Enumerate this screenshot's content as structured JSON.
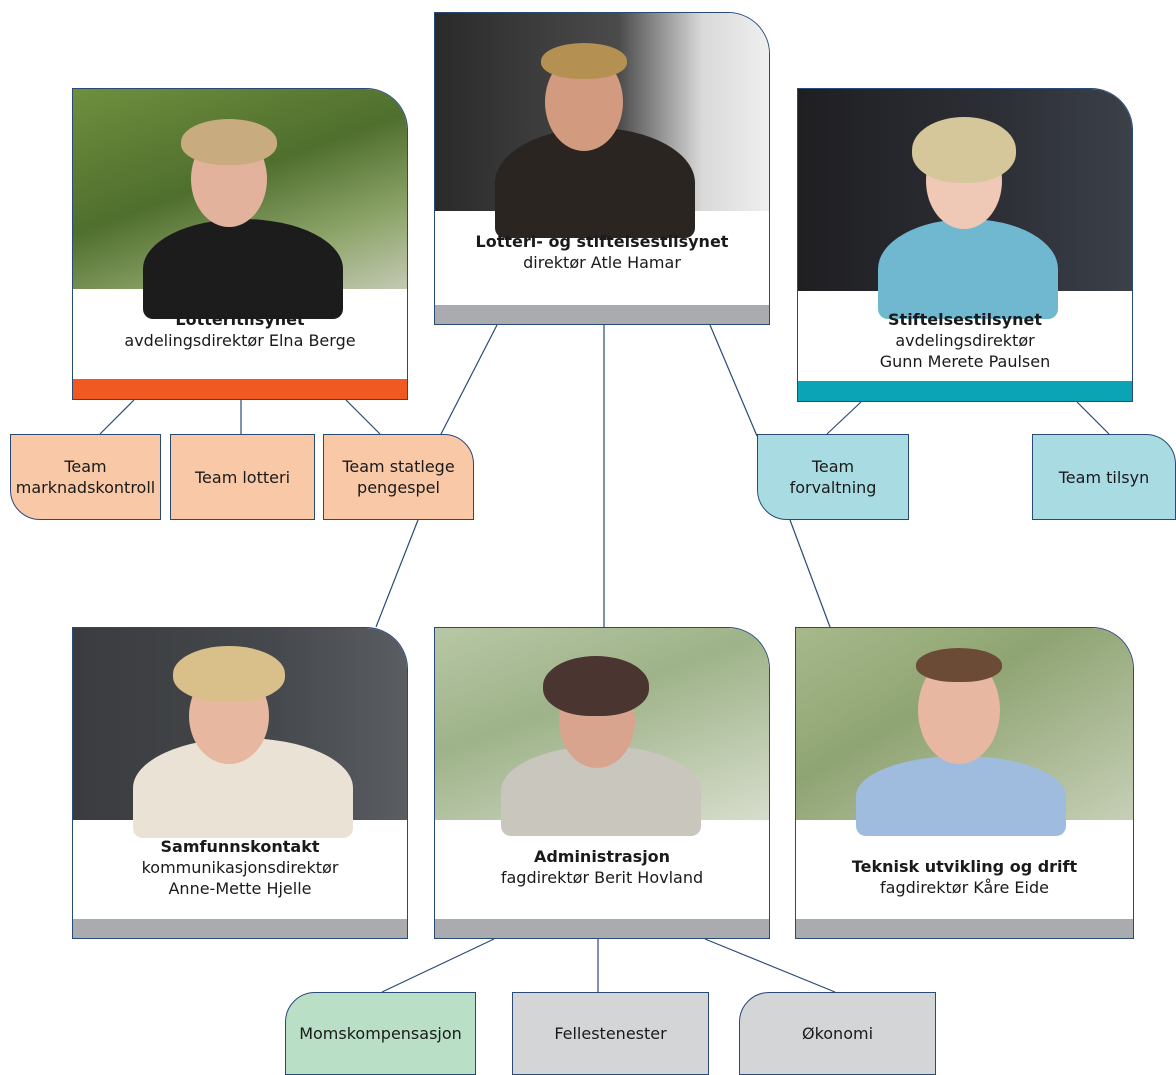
{
  "colors": {
    "border": "#2a4a76",
    "bar_grey": "#a9abae",
    "bar_orange": "#f05a22",
    "bar_teal": "#0aa4b5",
    "team_peach": "#f9c8a7",
    "team_lightblue": "#a9dbe3",
    "team_green": "#b9e0c6",
    "team_grey": "#d3d5d7"
  },
  "cards": {
    "top": {
      "title": "Lotteri- og stiftelsestilsynet",
      "lines": [
        "direktør Atle Hamar"
      ],
      "bar_color": "#a9abae",
      "photo_icon": "director-portrait-photo"
    },
    "lotteritilsynet": {
      "title": "Lotteritilsynet",
      "lines": [
        "avdelingsdirektør Elna Berge"
      ],
      "bar_color": "#f05a22",
      "photo_icon": "department-director-portrait-photo"
    },
    "stiftelsestilsynet": {
      "title": "Stiftelsestilsynet",
      "lines": [
        "avdelingsdirektør",
        "Gunn Merete Paulsen"
      ],
      "bar_color": "#0aa4b5",
      "photo_icon": "department-director-portrait-photo"
    },
    "samfunnskontakt": {
      "title": "Samfunnskontakt",
      "lines": [
        "kommunikasjonsdirektør",
        "Anne-Mette Hjelle"
      ],
      "bar_color": "#a9abae",
      "photo_icon": "communications-director-portrait-photo"
    },
    "administrasjon": {
      "title": "Administrasjon",
      "lines": [
        "fagdirektør Berit Hovland"
      ],
      "bar_color": "#a9abae",
      "photo_icon": "administration-director-portrait-photo"
    },
    "teknisk": {
      "title": "Teknisk utvikling og drift",
      "lines": [
        "fagdirektør Kåre Eide"
      ],
      "bar_color": "#a9abae",
      "photo_icon": "technical-director-portrait-photo"
    }
  },
  "teams": {
    "marknadskontroll": {
      "lines": [
        "Team",
        "marknadskontroll"
      ],
      "color": "#f9c8a7"
    },
    "lotteri": {
      "lines": [
        "Team lotteri"
      ],
      "color": "#f9c8a7"
    },
    "statlege": {
      "lines": [
        "Team statlege",
        "pengespel"
      ],
      "color": "#f9c8a7"
    },
    "forvaltning": {
      "lines": [
        "Team",
        "forvaltning"
      ],
      "color": "#a9dbe3"
    },
    "tilsyn": {
      "lines": [
        "Team tilsyn"
      ],
      "color": "#a9dbe3"
    },
    "moms": {
      "lines": [
        "Momskompensasjon"
      ],
      "color": "#b9e0c6"
    },
    "fellestenester": {
      "lines": [
        "Fellestenester"
      ],
      "color": "#d3d5d7"
    },
    "okonomi": {
      "lines": [
        "Økonomi"
      ],
      "color": "#d3d5d7"
    }
  }
}
